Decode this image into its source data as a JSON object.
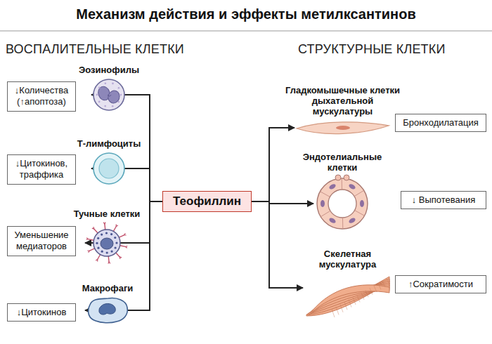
{
  "diagram": {
    "title": "Механизм действия и эффекты метилксантинов",
    "nodes": [
      {
        "text": [
          "↓Количества (↑апоптоза)"
        ]
      },
      {
        "text": [
          "Эозинофилы"
        ]
      },
      {
        "text": [
          "↓Цитокинов, траффика"
        ]
      },
      {
        "text": [
          "Т-лимфоциты"
        ]
      },
      {
        "text": [
          "Уменьшение медиаторов"
        ]
      },
      {
        "text": [
          "Тучные клетки"
        ]
      },
      {
        "text": [
          "↓Цитокинов"
        ]
      },
      {
        "text": [
          "Макрофаги"
        ]
      },
      {
        "text": [
          "Теофиллин"
        ]
      },
      {
        "text": [
          "Гладкомышечные клетки дыхательной мускулатуры"
        ]
      },
      {
        "text": [
          "Бронходилатация"
        ]
      },
      {
        "text": [
          "Эндотелиальные клетки"
        ]
      },
      {
        "text": [
          "↓ Выпотевания"
        ]
      },
      {
        "text": [
          "Скелетная мускулатура"
        ]
      },
      {
        "text": [
          "↑Сократимости"
        ]
      }
    ],
    "edges": [
      {
        "from": 8,
        "to": 1,
        "arrow": "to"
      },
      {
        "from": 8,
        "to": 3,
        "arrow": "to"
      },
      {
        "from": 8,
        "to": 5,
        "arrow": "to"
      },
      {
        "from": 8,
        "to": 7,
        "arrow": "to"
      },
      {
        "from": 8,
        "to": 9,
        "arrow": "to"
      },
      {
        "from": 8,
        "to": 11,
        "arrow": "to"
      },
      {
        "from": 8,
        "to": 13,
        "arrow": "to"
      }
    ],
    "labels": [
      "ВОСПАЛИТЕЛЬНЫЕ КЛЕТКИ",
      "СТРУКТУРНЫЕ КЛЕТКИ"
    ]
  }
}
